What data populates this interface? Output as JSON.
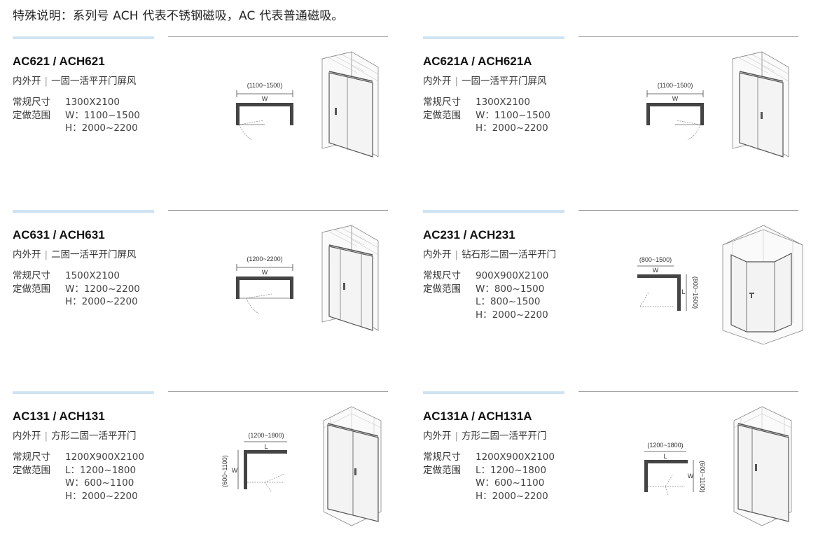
{
  "note": "特殊说明：系列号 ACH 代表不锈钢磁吸，AC 代表普通磁吸。",
  "spec_labels": {
    "standard": "常规尺寸",
    "custom": "定做范围"
  },
  "products": [
    {
      "model": "AC621 / ACH621",
      "open": "内外开",
      "type": "一固一活平开门屏风",
      "standard": "1300X2100",
      "ranges": [
        "W：1100~1500",
        "H：2000~2200"
      ],
      "plan_dim": "(1100~1500)",
      "plan_w": "W"
    },
    {
      "model": "AC621A / ACH621A",
      "open": "内外开",
      "type": "一固一活平开门屏风",
      "standard": "1300X2100",
      "ranges": [
        "W：1100~1500",
        "H：2000~2200"
      ],
      "plan_dim": "(1100~1500)",
      "plan_w": "W"
    },
    {
      "model": "AC631 / ACH631",
      "open": "内外开",
      "type": "二固一活平开门屏风",
      "standard": "1500X2100",
      "ranges": [
        "W：1200~2200",
        "H：2000~2200"
      ],
      "plan_dim": "(1200~2200)",
      "plan_w": "W"
    },
    {
      "model": "AC231 / ACH231",
      "open": "内外开",
      "type": "钻石形二固一活平开门",
      "standard": "900X900X2100",
      "ranges": [
        "W：800~1500",
        "L：800~1500",
        "H：2000~2200"
      ],
      "plan_dim": "(800~1500)",
      "plan_w": "W",
      "plan_side_dim": "(800~1500)",
      "plan_l": "L"
    },
    {
      "model": "AC131 / ACH131",
      "open": "内外开",
      "type": "方形二固一活平开门",
      "standard": "1200X900X2100",
      "ranges": [
        "L：1200~1800",
        "W：600~1100",
        "H：2000~2200"
      ],
      "plan_dim": "(1200~1800)",
      "plan_w": "L",
      "plan_side_dim": "(600~1100)",
      "plan_l": "W"
    },
    {
      "model": "AC131A / ACH131A",
      "open": "内外开",
      "type": "方形二固一活平开门",
      "standard": "1200X900X2100",
      "ranges": [
        "L：1200~1800",
        "W：600~1100",
        "H：2000~2200"
      ],
      "plan_dim": "(1200~1800)",
      "plan_w": "L",
      "plan_side_dim": "(600~1100)",
      "plan_l": "W"
    }
  ]
}
